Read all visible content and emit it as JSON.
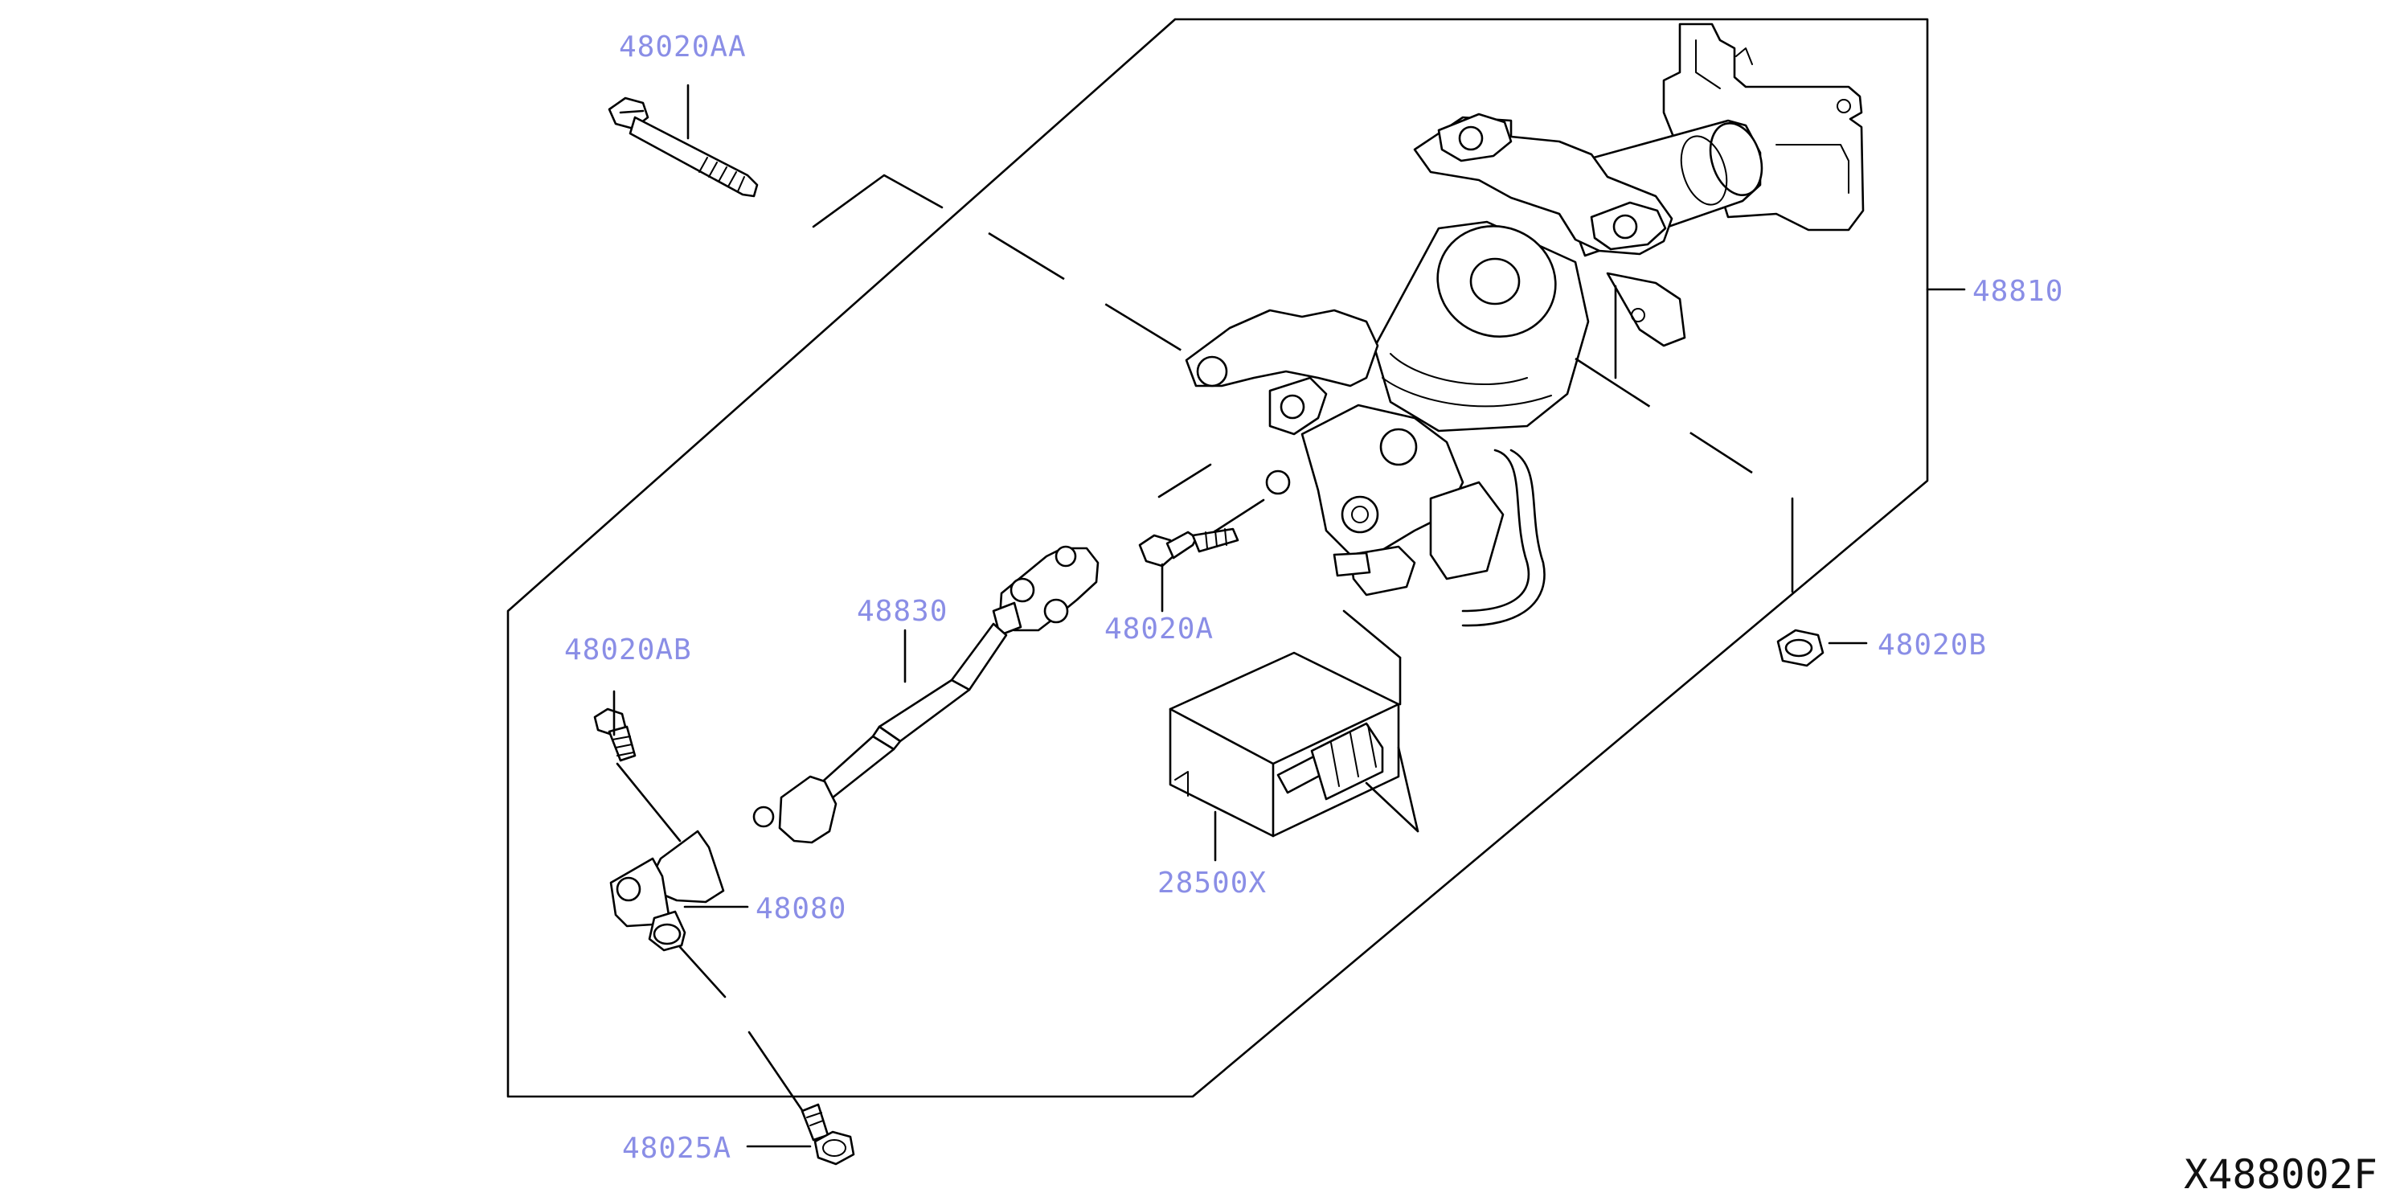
{
  "diagram": {
    "id": "X488002F",
    "colors": {
      "callout": "#8a8ee6",
      "line": "#000000",
      "background": "#ffffff"
    },
    "callouts": {
      "bolt_top": "48020AA",
      "column_assembly": "48810",
      "lower_shaft": "48830",
      "column_bolt": "48020A",
      "nut": "48020B",
      "joint_bolt": "48020AB",
      "lower_joint": "48080",
      "bottom_bolt": "48025A",
      "control_unit": "28500X"
    }
  }
}
